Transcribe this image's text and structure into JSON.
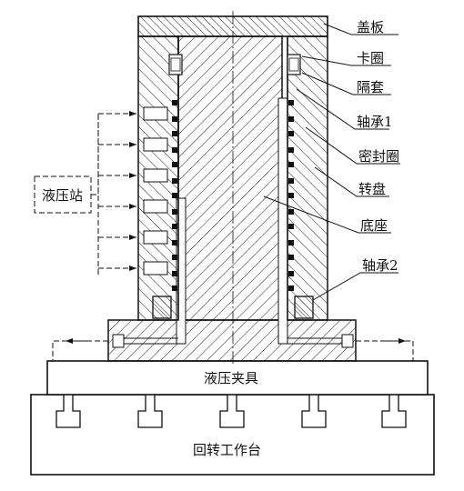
{
  "labels": {
    "cover_plate": "盖板",
    "snap_ring": "卡圈",
    "spacer": "隔套",
    "bearing1": "轴承1",
    "seal_ring": "密封圈",
    "turntable": "转盘",
    "base": "底座",
    "bearing2": "轴承2",
    "hydraulic_station": "液压站",
    "hydraulic_fixture": "液压夹具",
    "rotary_table": "回转工作台"
  },
  "colors": {
    "line": "#111111",
    "hatch": "#222222",
    "seal": "#111111"
  }
}
